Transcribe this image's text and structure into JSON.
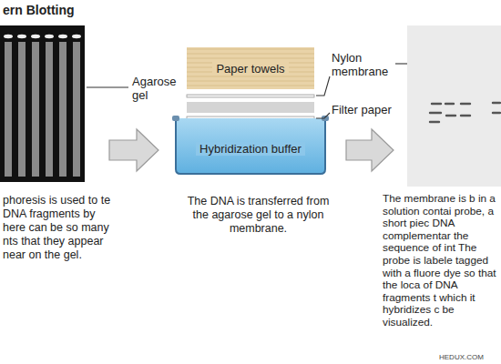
{
  "diagram": {
    "title": "ern Blotting",
    "nodes": [
      {
        "text": [
          "Paper towels"
        ]
      },
      {
        "text": [
          "Hybridization buffer"
        ]
      }
    ],
    "labels": [
      "Agarose gel",
      "Nylon membrane",
      "Filter paper",
      "phoresis is used to te DNA fragments by here can be so many nts that they appear near on the gel.",
      "The DNA is transferred from the agarose gel to a nylon membrane.",
      "The membrane is b in a solution contai probe, a short piec DNA complementar the sequence of int The probe is labele tagged with a fluore dye so that the loca of DNA fragments t which it hybridizes c be visualized.",
      "HEDUX.COM"
    ]
  }
}
